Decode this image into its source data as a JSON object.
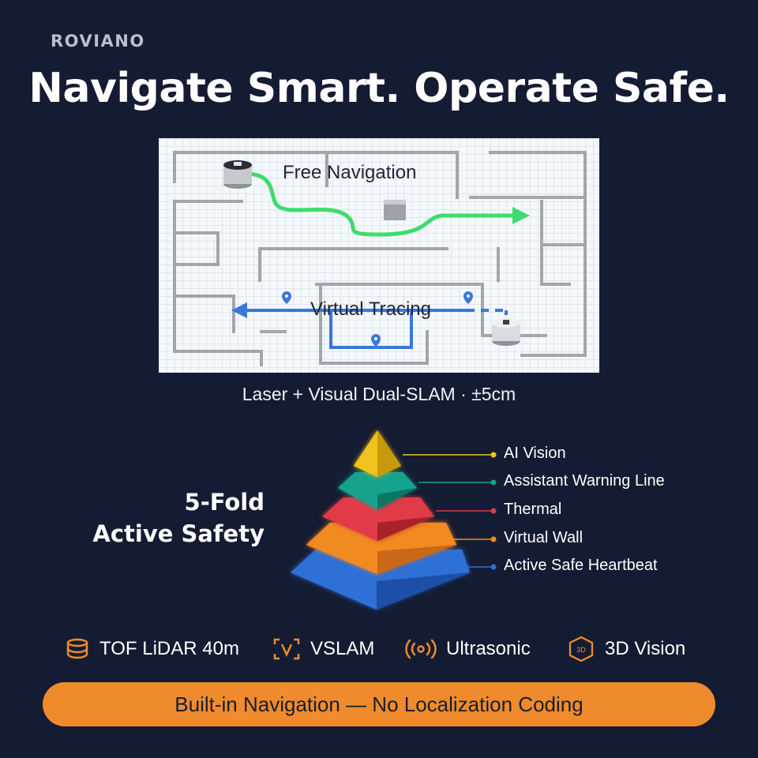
{
  "brand": "ROVIANO",
  "headline": "Navigate Smart. Operate Safe.",
  "map": {
    "free_navigation_label": "Free Navigation",
    "virtual_tracing_label": "Virtual Tracing"
  },
  "subcaption": "Laser + Visual Dual-SLAM · ±5cm",
  "safety": {
    "title_line1": "5-Fold",
    "title_line2": "Active Safety",
    "layers": [
      {
        "label": "AI Vision",
        "color": "#f2c21a"
      },
      {
        "label": "Assistant Warning Line",
        "color": "#14a38e"
      },
      {
        "label": "Thermal",
        "color": "#e03a46"
      },
      {
        "label": "Virtual Wall",
        "color": "#f28a24"
      },
      {
        "label": "Active Safe Heartbeat",
        "color": "#2f6fd6"
      }
    ]
  },
  "sensors": [
    {
      "label": "TOF LiDAR 40m",
      "icon": "lidar-stack-icon"
    },
    {
      "label": "VSLAM",
      "icon": "vslam-bracket-icon"
    },
    {
      "label": "Ultrasonic",
      "icon": "ultrasonic-waves-icon"
    },
    {
      "label": "3D Vision",
      "icon": "3d-cube-icon",
      "icon_text": "3D"
    }
  ],
  "cta": "Built-in Navigation — No Localization Coding",
  "colors": {
    "background": "#141c33",
    "accent_orange": "#ef8b2c",
    "free_path_green": "#3ddc6e",
    "virtual_path_blue": "#3a78d8"
  }
}
